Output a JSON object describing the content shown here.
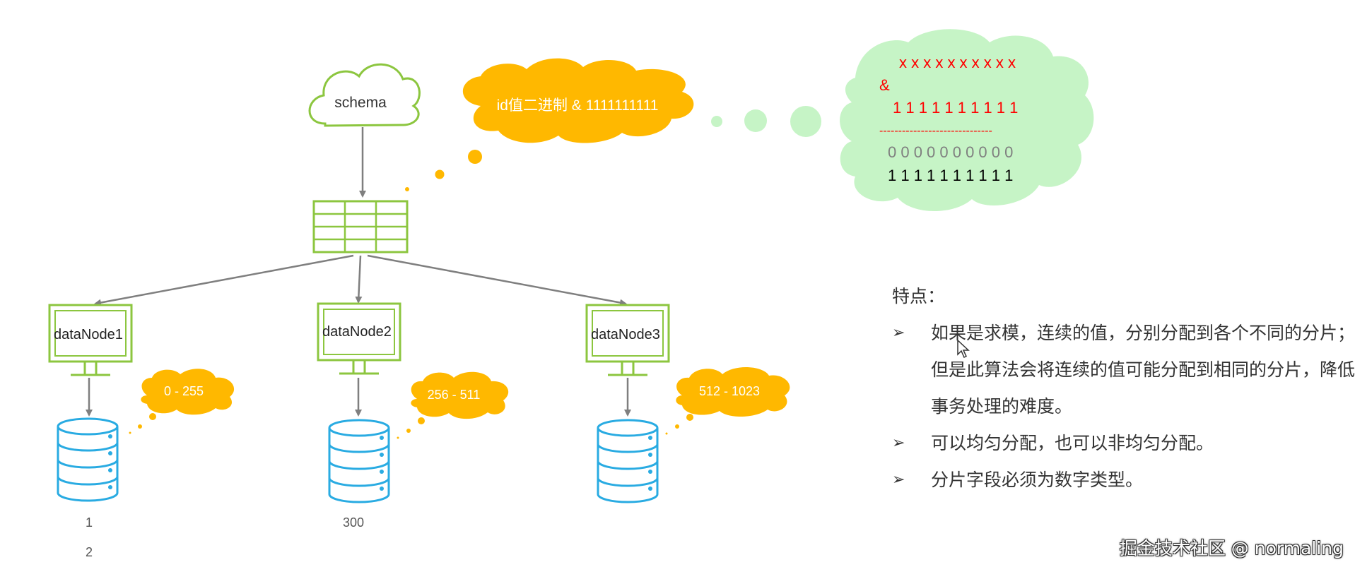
{
  "schema": {
    "label": "schema"
  },
  "binary_bubble": {
    "text": "id值二进制 & 1111111111"
  },
  "calc_cloud": {
    "line1": "x x x x x x x x x x",
    "line2": "&",
    "line3": "1 1 1 1 1 1 1 1 1 1",
    "divider": "------------------------------",
    "line5": "0 0 0 0 0 0 0 0 0 0",
    "line6": "1 1 1 1 1 1 1 1 1 1"
  },
  "nodes": [
    {
      "label": "dataNode1",
      "range": "0 - 255"
    },
    {
      "label": "dataNode2",
      "range": "256 - 511"
    },
    {
      "label": "dataNode3",
      "range": "512 - 1023"
    }
  ],
  "db_notes": {
    "n1a": "1",
    "n1b": "2",
    "n2": "300"
  },
  "features": {
    "title": "特点：",
    "items": [
      "如果是求模，连续的值，分别分配到各个不同的分片；但是此算法会将连续的值可能分配到相同的分片，降低事务处理的难度。",
      "可以均匀分配，也可以非均匀分配。",
      "分片字段必须为数字类型。"
    ]
  },
  "watermark": "掘金技术社区 @ normaling",
  "colors": {
    "green": "#8cc63f",
    "orange": "#ffb800",
    "light_green": "#c6f4c6",
    "blue": "#29abe2",
    "red": "#ff0000",
    "arrow": "#7f7f7f"
  }
}
